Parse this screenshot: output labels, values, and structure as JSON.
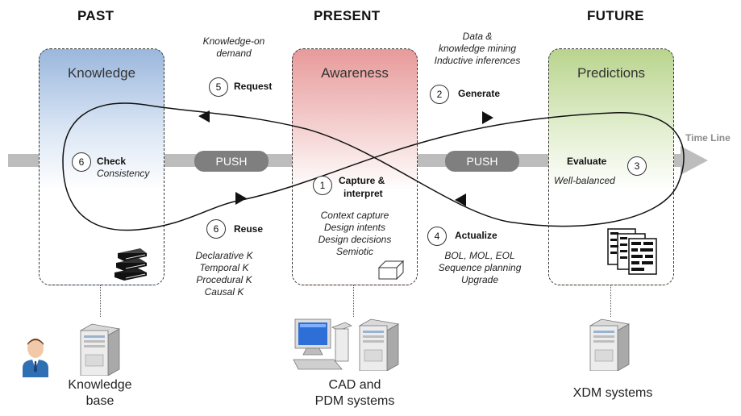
{
  "headers": {
    "past": "PAST",
    "present": "PRESENT",
    "future": "FUTURE"
  },
  "boxes": {
    "knowledge": "Knowledge",
    "awareness": "Awareness",
    "predictions": "Predictions"
  },
  "push_labels": [
    "PUSH",
    "PUSH"
  ],
  "timeline_label": "Time Line",
  "steps": {
    "request": {
      "number": "5",
      "label": "Request",
      "note_lines": [
        "Knowledge-on",
        "demand"
      ]
    },
    "generate": {
      "number": "2",
      "label": "Generate",
      "note_lines": [
        "Data &",
        "knowledge mining",
        "Inductive inferences"
      ]
    },
    "check": {
      "number": "6",
      "label": "Check",
      "sub": "Consistency"
    },
    "evaluate": {
      "number": "3",
      "label": "Evaluate",
      "sub": "Well-balanced"
    },
    "capture": {
      "number": "1",
      "label_lines": [
        "Capture &",
        "interpret"
      ],
      "note_lines": [
        "Context capture",
        "Design intents",
        "Design decisions",
        "Semiotic"
      ]
    },
    "reuse": {
      "number": "6",
      "label": "Reuse",
      "note_lines": [
        "Declarative K",
        "Temporal K",
        "Procedural K",
        "Causal K"
      ]
    },
    "actualize": {
      "number": "4",
      "label": "Actualize",
      "note_lines": [
        "BOL, MOL, EOL",
        "Sequence planning",
        "Upgrade"
      ]
    }
  },
  "systems": {
    "knowledge_base": [
      "Knowledge",
      "base"
    ],
    "cad_pdm": [
      "CAD and",
      "PDM systems"
    ],
    "xdm": [
      "XDM systems"
    ]
  },
  "colors": {
    "knowledge_gradient": "#9ab7dd",
    "awareness_gradient": "#e89a9a",
    "predictions_gradient": "#b9d48d",
    "timeline": "#bdbdbd",
    "push": "#7f7f7f"
  }
}
